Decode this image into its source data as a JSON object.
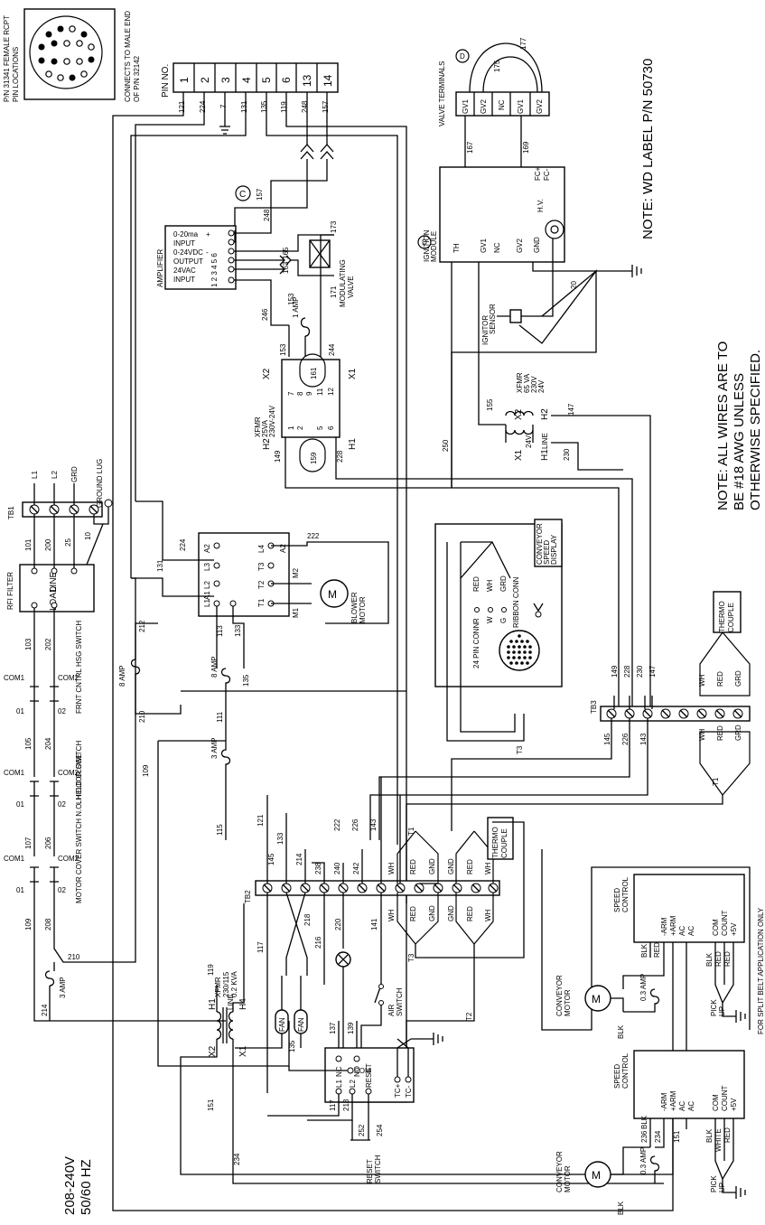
{
  "header": {
    "pn_label_l1": "P/N 31341 FEMALE RCPT",
    "pn_label_l2": "PIN LOCATIONS",
    "connects_l1": "CONNECTS TO MALE END",
    "connects_l2": "OF P/N 32142",
    "pin_no": "PIN NO.",
    "pins": [
      "1",
      "2",
      "3",
      "4",
      "5",
      "6",
      "13",
      "14"
    ],
    "pin_wires": [
      "121",
      "224",
      "7",
      "131",
      "135",
      "119",
      "248",
      "157"
    ]
  },
  "notes": {
    "wd_label": "NOTE:  WD LABEL P/N 50730",
    "awg_l1": "NOTE: ALL WIRES ARE TO",
    "awg_l2": "BE #18 AWG UNLESS",
    "awg_l3": "OTHERWISE SPECIFIED.",
    "split_belt": "FOR SPLIT BELT APPLICATION ONLY",
    "voltage_l1": "208-240V",
    "voltage_l2": "50/60 HZ"
  },
  "left_column": {
    "tb1": "TB1",
    "tb1_terms": [
      "L1",
      "L2",
      "GRD"
    ],
    "ground_lug": "GROUND LUG",
    "rfi_filter": "RFI FILTER",
    "line": "LINE",
    "load": "LOAD",
    "wires": [
      "101",
      "200",
      "25",
      "10",
      "103",
      "202",
      "105",
      "204",
      "107",
      "206",
      "109",
      "208",
      "210",
      "214"
    ],
    "com1": "COM1",
    "com2": "COM2",
    "o1": "01",
    "o2": "02",
    "sw1": "FRNT CNTRL HSG SWITCH",
    "sw2": "LH DOOR SWITCH",
    "sw3": "MOTOR COVER SWITCH N.O. HELD CLOSE",
    "fuse_3amp": "3 AMP"
  },
  "amplifier": {
    "title": "AMPLIFIER",
    "rows": [
      "0-20ma",
      "INPUT",
      "0-24VDC",
      "OUTPUT",
      "24VAC",
      "INPUT"
    ],
    "pins": "1 2 3 4 5 6",
    "plus": "+",
    "minus": "-",
    "valve_l1": "MODULATING",
    "valve_l2": "VALVE",
    "wires": [
      "248",
      "157",
      "173",
      "171",
      "165",
      "163",
      "246",
      "153"
    ]
  },
  "xfmr_top": {
    "label": "XFMR",
    "rating": "25VA",
    "volts": "230V-24V",
    "x1": "X1",
    "x2": "X2",
    "h1": "H1",
    "h2": "H2",
    "pins_top": [
      "7",
      "8",
      "9",
      "11",
      "12"
    ],
    "pins_bottom": [
      "1",
      "2",
      "5",
      "6"
    ],
    "jumper_top": "161",
    "jumper_bottom": "159",
    "fuse": "1 AMP",
    "wires": [
      "153",
      "244",
      "149",
      "228"
    ]
  },
  "connector_c": "C",
  "ignition": {
    "module_l1": "IGNITION",
    "module_l2": "MODULE",
    "marker": "D",
    "valve_term": "VALVE TERMINALS",
    "valve_pins": [
      "GV1",
      "GV2",
      "NC",
      "GV1",
      "GV2"
    ],
    "inputs": [
      "TH",
      "GV1",
      "NC",
      "GV2",
      "GND",
      "H.V."
    ],
    "fc": [
      "FC+",
      "FC-"
    ],
    "wires": [
      "167",
      "169",
      "175",
      "177",
      "20"
    ],
    "sensor_l1": "IGNITOR",
    "sensor_l2": "SENSOR"
  },
  "xfmr_right": {
    "label": "XFMR",
    "rating": "65 VA",
    "volts1": "230V",
    "volts2": "24V",
    "x1": "X1",
    "x2": "X2",
    "h1": "H1",
    "h2": "H2",
    "v24": "24V",
    "line": "LINE",
    "wires": [
      "155",
      "147",
      "230",
      "250"
    ]
  },
  "contactor": {
    "terms_left": [
      "A2",
      "L3",
      "L2",
      "L1"
    ],
    "terms_right": [
      "L4",
      "T3",
      "T2",
      "T1"
    ],
    "a1": "A1",
    "a2": "A2",
    "m2": "M2",
    "m1": "M1",
    "motor": "M",
    "blower_l1": "BLOWER",
    "blower_l2": "MOTOR",
    "wires": [
      "224",
      "222",
      "131",
      "113",
      "133"
    ]
  },
  "speed_display": {
    "conn": "24 PIN CONN",
    "ribbon": "RIBBON CONN",
    "colors": [
      "RED",
      "WH",
      "GRD"
    ],
    "labels": [
      "R",
      "W",
      "G"
    ],
    "display_l1": "CONVEYOR",
    "display_l2": "SPEED",
    "display_l3": "DISPLAY"
  },
  "tb3": {
    "label": "TB3",
    "wires_top": [
      "149",
      "228",
      "230",
      "147"
    ],
    "wires_bottom": [
      "145",
      "226",
      "143"
    ],
    "tc_colors": [
      "WH",
      "RED",
      "GRD"
    ],
    "thermocouple_l1": "THERMO",
    "thermocouple_l2": "COUPLE",
    "t1": "T1",
    "t3": "T3"
  },
  "tb2": {
    "label": "TB2",
    "top_wires": [
      "121",
      "133",
      "145",
      "214",
      "238",
      "240",
      "242",
      "222",
      "226",
      "143"
    ],
    "bottom_wires": [
      "117",
      "216",
      "218",
      "220",
      "141"
    ],
    "right_colors": [
      "WH",
      "RED",
      "GND",
      "GND",
      "RED",
      "WH"
    ],
    "thermocouple_l1": "THERMO",
    "thermocouple_l2": "COUPLE",
    "t1": "T1",
    "t2": "T2",
    "t3": "T3"
  },
  "fuses": {
    "amp8_1": "8 AMP",
    "amp8_2": "8 AMP",
    "amp3": "3 AMP",
    "wires": [
      "212",
      "210",
      "111",
      "135",
      "115",
      "109"
    ]
  },
  "xfmr_bottom": {
    "label": "XFMR",
    "rating1": "230/115",
    "rating2": "0.2 KVA",
    "h1": "H1",
    "h4": "H4",
    "x1": "X1",
    "x2": "X2",
    "line": "LINE",
    "wires": [
      "119",
      "151",
      "234"
    ]
  },
  "fans": {
    "fan": "FAN",
    "air_switch_l1": "AIR",
    "air_switch_l2": "SWITCH"
  },
  "relay": {
    "nc": "NC",
    "no": "NO",
    "com": "COM",
    "l1": "L1",
    "l2": "L2",
    "reset": "RESET",
    "tcp": "TC+",
    "tcm": "TC-",
    "wires": [
      "137",
      "139",
      "135",
      "117",
      "218",
      "252",
      "254"
    ],
    "switch_l1": "RESET",
    "switch_l2": "SWITCH"
  },
  "speed_control_1": {
    "title_l1": "SPEED",
    "title_l2": "CONTROL",
    "terms": [
      "-ARM",
      "+ARM",
      "AC",
      "AC"
    ],
    "terms2": [
      "COM",
      "COUNT",
      "+5V"
    ],
    "wires_in": [
      "BLK",
      "RED"
    ],
    "wires_out": [
      "BLK",
      "RED",
      "RED"
    ],
    "fuse": "0.3 AMP",
    "motor": "M",
    "motor_l1": "CONVEYOR",
    "motor_l2": "MOTOR",
    "blk": "BLK",
    "pickup_l1": "PICK",
    "pickup_l2": "UP"
  },
  "speed_control_2": {
    "title_l1": "SPEED",
    "title_l2": "CONTROL",
    "terms": [
      "-ARM",
      "+ARM",
      "AC",
      "AC"
    ],
    "terms2": [
      "COM",
      "COUNT",
      "+5V"
    ],
    "wires_in": [
      "BLK",
      "236",
      "234",
      "151"
    ],
    "wires_out": [
      "BLK",
      "WHITE",
      "RED"
    ],
    "fuse": "0.3 AMP",
    "motor": "M",
    "motor_l1": "CONVEYOR",
    "motor_l2": "MOTOR",
    "blk": "BLK",
    "pickup_l1": "PICK",
    "pickup_l2": "UP"
  }
}
